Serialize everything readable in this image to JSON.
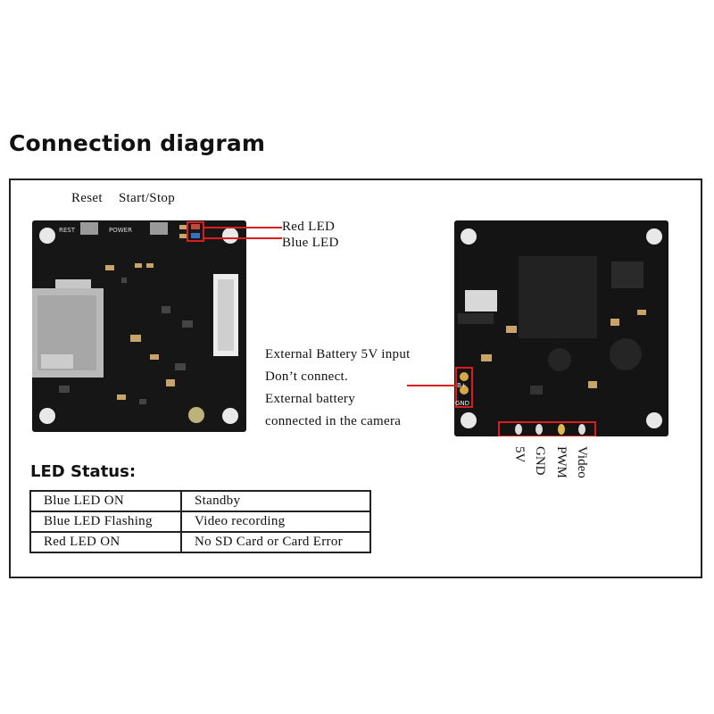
{
  "title": "Connection diagram",
  "left_board": {
    "labels": {
      "reset": "Reset",
      "start_stop": "Start/Stop",
      "red_led": "Red LED",
      "blue_led": "Blue LED"
    },
    "silkscreen": {
      "rest": "REST",
      "power": "POWER"
    }
  },
  "right_board": {
    "battery_note": [
      "External Battery 5V input",
      "Don’t connect.",
      "External battery",
      "connected in the camera"
    ],
    "silkscreen": {
      "b_plus": "B+",
      "gnd": "GND"
    },
    "pins": [
      "5V",
      "GND",
      "PWM",
      "Video"
    ]
  },
  "led_status": {
    "heading": "LED Status:",
    "rows": [
      [
        "Blue LED ON",
        "Standby"
      ],
      [
        "Blue LED Flashing",
        "Video recording"
      ],
      [
        "Red LED ON",
        "No SD Card or Card Error"
      ]
    ]
  },
  "colors": {
    "annotation": "#d81e1e",
    "pcb": "#141414",
    "pad": "#d6a84a"
  }
}
